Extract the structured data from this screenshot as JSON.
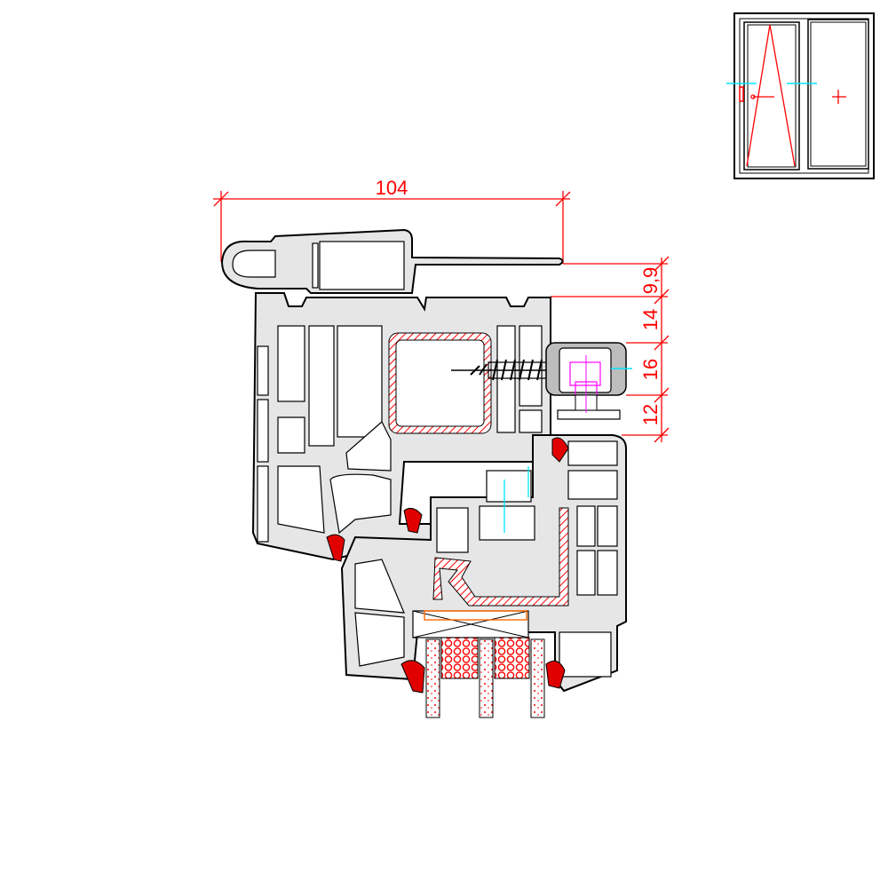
{
  "drawing": {
    "dimensions": {
      "overall_width": "104",
      "vertical": [
        "9,9",
        "14",
        "16",
        "12"
      ]
    },
    "colors": {
      "dimension": "#ff0000",
      "axis_marker": "#00e5ff",
      "hardware_marker": "#ff00ff",
      "profile_fill": "#e6e6e6",
      "gasket": "#e00000"
    },
    "thumbnail": {
      "type": "two-sash window, left tilt-turn, right fixed"
    }
  }
}
